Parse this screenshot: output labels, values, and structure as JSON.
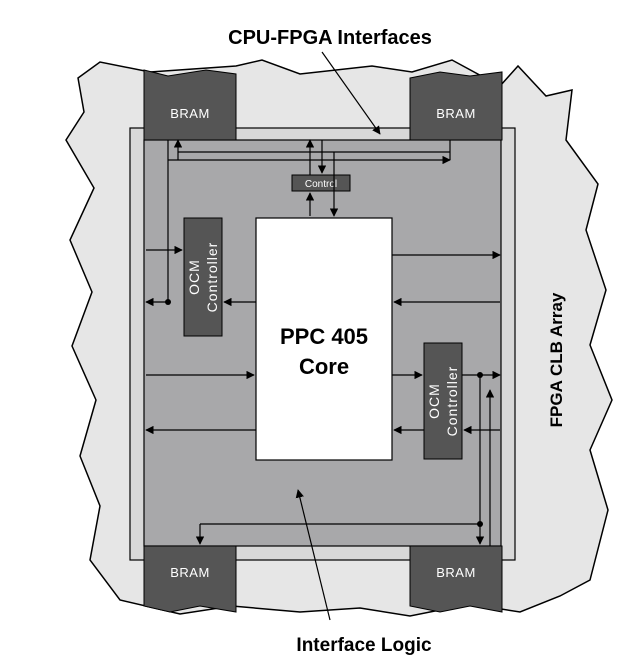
{
  "labels": {
    "top_callout": "CPU-FPGA Interfaces",
    "bottom_callout": "Interface Logic",
    "side_label": "FPGA CLB Array",
    "bram": "BRAM",
    "control": "Control",
    "ocm_line1": "OCM",
    "ocm_line2": "Controller",
    "core_line1": "PPC 405",
    "core_line2": "Core"
  },
  "colors": {
    "fabric": "#e6e6e6",
    "interface_frame": "#d8d8d8",
    "interface_logic": "#a8a8aa",
    "block_dark": "#555555",
    "core_fill": "#ffffff"
  }
}
